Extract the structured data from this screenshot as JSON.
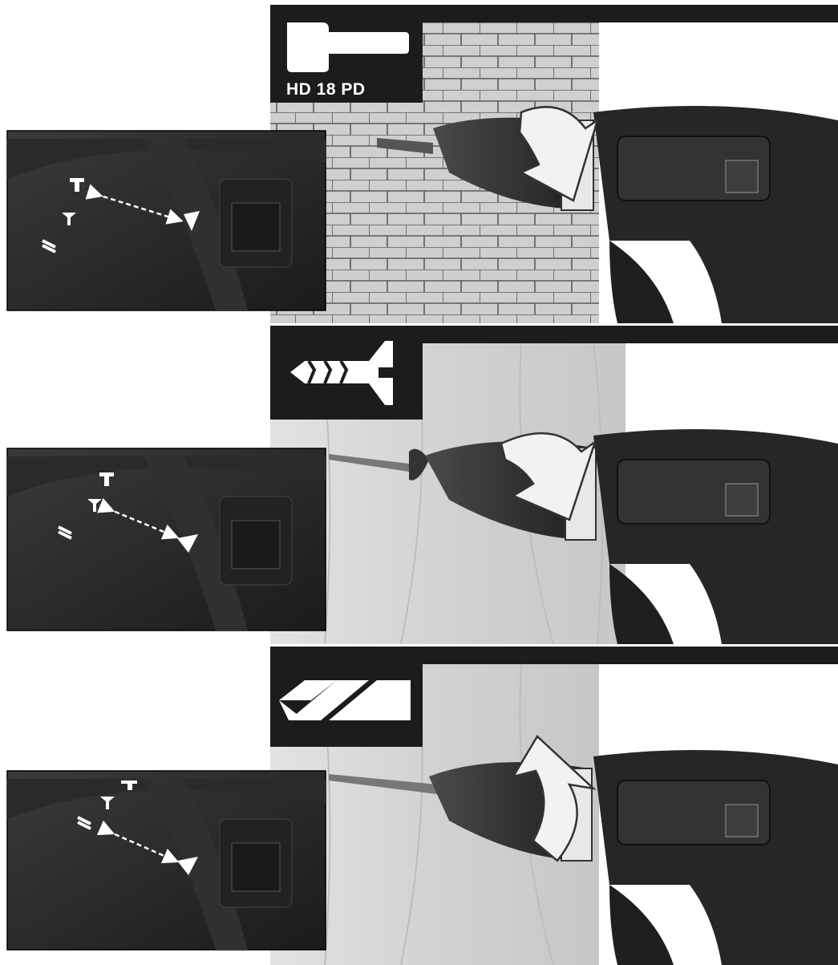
{
  "model_label": "HD 18 PD",
  "panels": [
    {
      "mode": "hammer-drilling",
      "surface": "brick",
      "rotation": "clockwise"
    },
    {
      "mode": "screwdriving",
      "surface": "wood",
      "rotation": "clockwise"
    },
    {
      "mode": "drilling",
      "surface": "wood",
      "rotation": "counter-clockwise"
    }
  ],
  "icons": [
    "hammer-icon",
    "screw-icon",
    "drill-bit-icon"
  ],
  "colors": {
    "background": "#ffffff",
    "band": "#1c1c1c",
    "tool_body": "#2a2a2a",
    "wood": "#d6d6d6",
    "brick": "#c8c8c8"
  }
}
